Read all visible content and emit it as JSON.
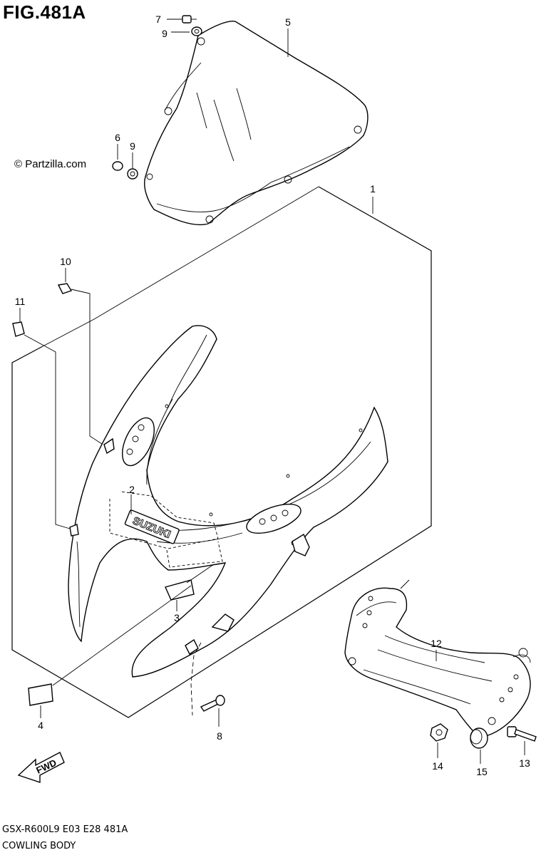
{
  "title": "FIG.481A",
  "watermark": "© Partzilla.com",
  "brand_decal_text": "SUZUKI",
  "fwd_label": "FWD",
  "footer": {
    "model_line": "GSX-R600L9  E03  E28  481A",
    "section_name": "COWLING BODY"
  },
  "callouts": [
    "1",
    "2",
    "3",
    "4",
    "5",
    "6",
    "7",
    "8",
    "9",
    "9",
    "10",
    "11",
    "12",
    "13",
    "14",
    "15"
  ]
}
